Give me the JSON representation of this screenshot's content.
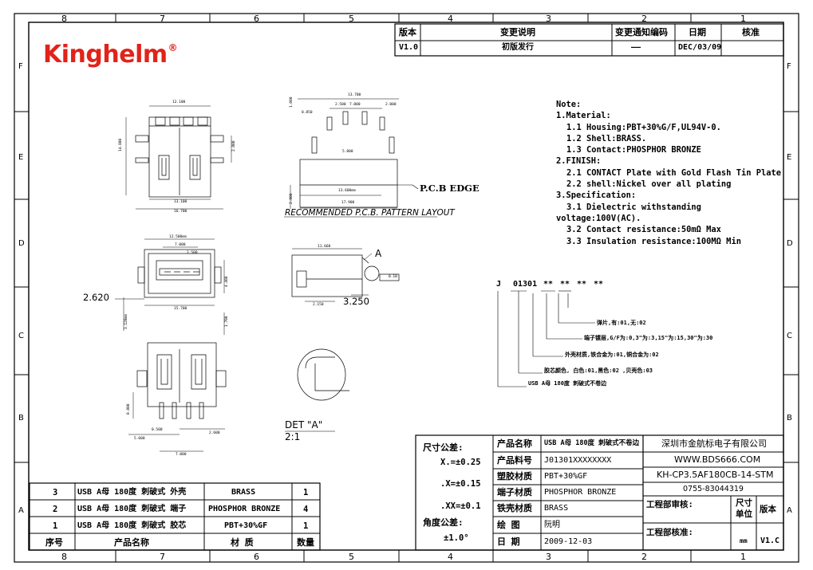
{
  "brand": {
    "logo": "Kinghelm",
    "registered_mark": "®"
  },
  "frame": {
    "columns": [
      "8",
      "7",
      "6",
      "5",
      "4",
      "3",
      "2",
      "1"
    ],
    "rows": [
      "F",
      "E",
      "D",
      "C",
      "B",
      "A"
    ]
  },
  "revision_table": {
    "headers": [
      "版本",
      "变更说明",
      "变更通知编码",
      "日期",
      "核准"
    ],
    "row": [
      "V1.0",
      "初版发行",
      "——",
      "DEC/03/09",
      ""
    ]
  },
  "drawing": {
    "pcb_edge_label": "P.C.B EDGE",
    "pcb_layout_caption": "RECOMMENDED P.C.B. PATTERN LAYOUT",
    "detail_marker": "A",
    "detail_label": "DET \"A\"",
    "detail_scale": "2:1",
    "dim_top_width": "12.100",
    "dim_top_lower": "13.100",
    "dim_top_overall": "16.700",
    "dim_top_height": "14.800",
    "dim_top_side": "2.800",
    "dim_pcb_top": "13.700",
    "dim_pcb_pitch": "7.000",
    "dim_pcb_small": "2.500",
    "dim_pcb_right": "2.000",
    "dim_pcb_left": "1.000",
    "dim_pcb_left2": "0.850",
    "dim_pcb_mid": "5.800",
    "dim_pcb_bottom": "13.600mm",
    "dim_pcb_overall": "17.900",
    "dim_pcb_vert": "2.800",
    "dim_front_top": "12.500mm",
    "dim_front_pitch": "7.000",
    "dim_front_small": "2.500",
    "dim_front_width": "15.700",
    "dim_front_side": "2.620",
    "dim_front_h1": "4.400",
    "dim_front_h2": "3.120mm",
    "dim_front_h3": "1.700",
    "dim_side_top": "11.668",
    "dim_side_bottom": "2.150",
    "dim_side_right": "3.250",
    "dim_side_tol": "0.10",
    "dim_bot_left": "5.600",
    "dim_bot_mid": "2.600",
    "dim_bot_right": "7.000",
    "dim_bot_vert": "0.800",
    "dim_bot_vert2": "0.500"
  },
  "notes": [
    "Note:",
    "1.Material:",
    "  1.1 Housing:PBT+30%G/F,UL94V-0.",
    "  1.2 Shell:BRASS.",
    "  1.3 Contact:PHOSPHOR BRONZE",
    "2.FINISH:",
    "  2.1 CONTACT Plate with Gold Flash Tin Plate",
    "  2.2 shell:Nickel over all plating",
    "3.Specification:",
    "  3.1 Dielectric withstanding",
    "voltage:100V(AC).",
    "  3.2 Contact resistance:50mΩ Max",
    "  3.3 Insulation resistance:100MΩ Min"
  ],
  "part_code": {
    "segments": [
      "J",
      "01301",
      "**",
      "**",
      "**",
      "**"
    ],
    "legend": [
      "弹片,有:01,无:02",
      "端子镀层,G/F为:0,3\"为:3,15\"为:15,30\"为:30",
      "外壳材质,铁合金为:01,铜合金为:02",
      "胶芯颜色, 白色:01,黑色:02 ,贝壳色:03",
      "USB A母 180度 刺破式不卷边"
    ]
  },
  "bom": {
    "headers": [
      "序号",
      "产品名称",
      "材  质",
      "数量"
    ],
    "rows": [
      [
        "3",
        "USB A母 180度 刺破式  外壳",
        "BRASS",
        "1"
      ],
      [
        "2",
        "USB A母 180度 刺破式  端子",
        "PHOSPHOR BRONZE",
        "4"
      ],
      [
        "1",
        "USB A母 180度 刺破式  胶芯",
        "PBT+30%GF",
        "1"
      ]
    ]
  },
  "tolerance": {
    "title": "尺寸公差:",
    "x": "X.=±0.25",
    "xx": ".X=±0.15",
    "xxx": ".XX=±0.1",
    "angle_title": "角度公差:",
    "angle": "±1.0°"
  },
  "product_info": {
    "rows": [
      [
        "产品名称",
        "USB A母 180度 刺破式不卷边"
      ],
      [
        "产品料号",
        "J01301XXXXXXXX"
      ],
      [
        "塑胶材质",
        "PBT+30%GF"
      ],
      [
        "端子材质",
        "PHOSPHOR BRONZE"
      ],
      [
        "铁壳材质",
        "BRASS"
      ],
      [
        "绘    图",
        "阮明"
      ],
      [
        "日    期",
        "2009-12-03"
      ]
    ]
  },
  "company": {
    "name": "深圳市金航标电子有限公司",
    "website": "WWW.BDS666.COM",
    "part_number": "KH-CP3.5AF180CB-14-STM",
    "phone": "0755-83044319",
    "review_label": "工程部审核:",
    "approve_label": "工程部核准:",
    "unit_label": "尺寸\n单位",
    "unit_label_1": "尺寸",
    "unit_label_2": "单位",
    "version_label": "版本",
    "unit_value": "mm",
    "version_value": "V1.C"
  }
}
